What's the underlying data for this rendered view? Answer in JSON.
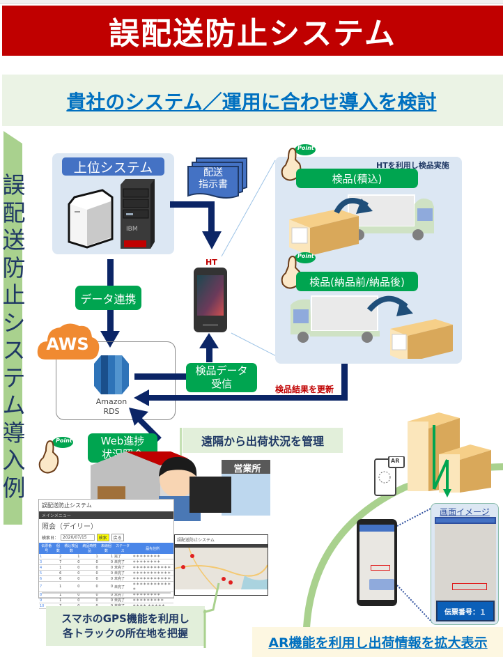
{
  "header": {
    "title": "誤配送防止システム"
  },
  "subtitle": "貴社のシステム／運用に合わせ導入を検討",
  "side_label": "誤配送防止システム導入例",
  "upper_system": {
    "label": "上位システム",
    "server_brand": "IBM"
  },
  "shipping_instruction": {
    "line1": "配送",
    "line2": "指示書"
  },
  "ht": {
    "label": "HT"
  },
  "data_link": {
    "label": "データ連携"
  },
  "aws": {
    "label": "AWS",
    "rds_line1": "Amazon",
    "rds_line2": "RDS"
  },
  "inspection_receive": {
    "line1": "検品データ",
    "line2": "受信"
  },
  "inspection_update": "検品結果を更新",
  "ht_panel": {
    "caption": "HTを利用し検品実施",
    "point_label": "Point",
    "step1": "検品(積込)",
    "step2": "検品(納品前/納品後)"
  },
  "web_progress": {
    "line1": "Web進捗",
    "line2": "状況照会"
  },
  "remote_callout": "遠隔から出荷状況を管理",
  "office_sign": "営業所",
  "daily_screen": {
    "app_title": "誤配送防止システム",
    "menu": "メインメニュー",
    "heading": "照会（デイリー）",
    "date_label": "検索日：",
    "date_value": "2020/07/15",
    "search_btn": "検索",
    "back_btn": "戻る",
    "columns": [
      "伝票番号",
      "個数",
      "積込検品数",
      "納品時検品",
      "未納個数",
      "ステータス",
      "届先住所"
    ],
    "rows": [
      [
        "1",
        "2",
        "1",
        "1",
        "1",
        "完了",
        "＊＊＊＊＊＊＊＊"
      ],
      [
        "3",
        "7",
        "0",
        "0",
        "0",
        "未完了",
        "＊＊＊＊＊＊＊＊"
      ],
      [
        "4",
        "1",
        "0",
        "0",
        "0",
        "未完了",
        "＊＊＊＊＊＊＊＊＊＊＊"
      ],
      [
        "5",
        "6",
        "0",
        "0",
        "0",
        "未完了",
        "＊＊＊＊＊＊＊＊＊＊＊"
      ],
      [
        "6",
        "6",
        "0",
        "0",
        "0",
        "未完了",
        "＊＊＊＊＊＊＊＊＊＊＊"
      ],
      [
        "7",
        "1",
        "0",
        "0",
        "0",
        "未完了",
        "＊＊＊＊＊＊＊＊＊＊＊＊"
      ],
      [
        "8",
        "1",
        "0",
        "0",
        "0",
        "未完了",
        "＊＊＊＊＊＊＊＊"
      ],
      [
        "9",
        "1",
        "0",
        "0",
        "0",
        "未完了",
        "＊＊＊＊＊＊＊＊＊"
      ],
      [
        "10",
        "7",
        "0",
        "0",
        "0",
        "未完了",
        "＊＊＊＊ ＊＊＊＊＊"
      ]
    ]
  },
  "map_screen": {
    "app_title": "誤配送防止システム"
  },
  "gps_callout": {
    "line1": "スマホのGPS機能を利用し",
    "line2": "各トラックの所在地を把握"
  },
  "ar": {
    "badge": "AR",
    "screen_image_label": "画面イメージ",
    "slip_number": "伝票番号：１",
    "caption": "AR機能を利用し出荷情報を拡大表示"
  },
  "colors": {
    "header_red": "#c00000",
    "accent_blue": "#0070c0",
    "label_green": "#00a550",
    "arrow_navy": "#0b2566",
    "aws_orange": "#f08a31"
  }
}
